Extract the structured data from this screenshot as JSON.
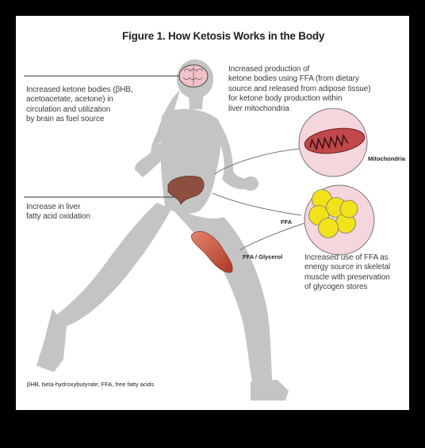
{
  "figure": {
    "title": "Figure 1. How Ketosis Works in the Body",
    "annotations": {
      "brain": "Increased ketone bodies (βHB,\nacetoacetate, acetone) in\ncirculation and utilization\nby brain as fuel source",
      "liver_production": "Increased production of\nketone bodies using FFA (from dietary\nsource and released from adipose tissue)\nfor ketone body production within\nliver mitochondria",
      "liver_oxidation": "Increase in liver\nfatty acid oxidation",
      "muscle": "Increased use of FFA as\nenergy source in skeletal\nmuscle with preservation\nof glycogen stores"
    },
    "labels": {
      "mitochondria": "Mitochondria",
      "ffa": "FFA",
      "ffa_glycerol": "FFA / Glycerol"
    },
    "footnote": "βHB, beta-hydroxybutyrate; FFA, free fatty acids",
    "colors": {
      "background": "#000000",
      "panel": "#ffffff",
      "silhouette": "#c4c4c4",
      "fat_droplet": "#f2e21a",
      "mitochondria_membrane": "#c0484a",
      "inset_circle": "#f4d6dc",
      "liver": "#8d4f3f",
      "muscle": "#c9543e",
      "brain": "#f2c2c8"
    }
  }
}
